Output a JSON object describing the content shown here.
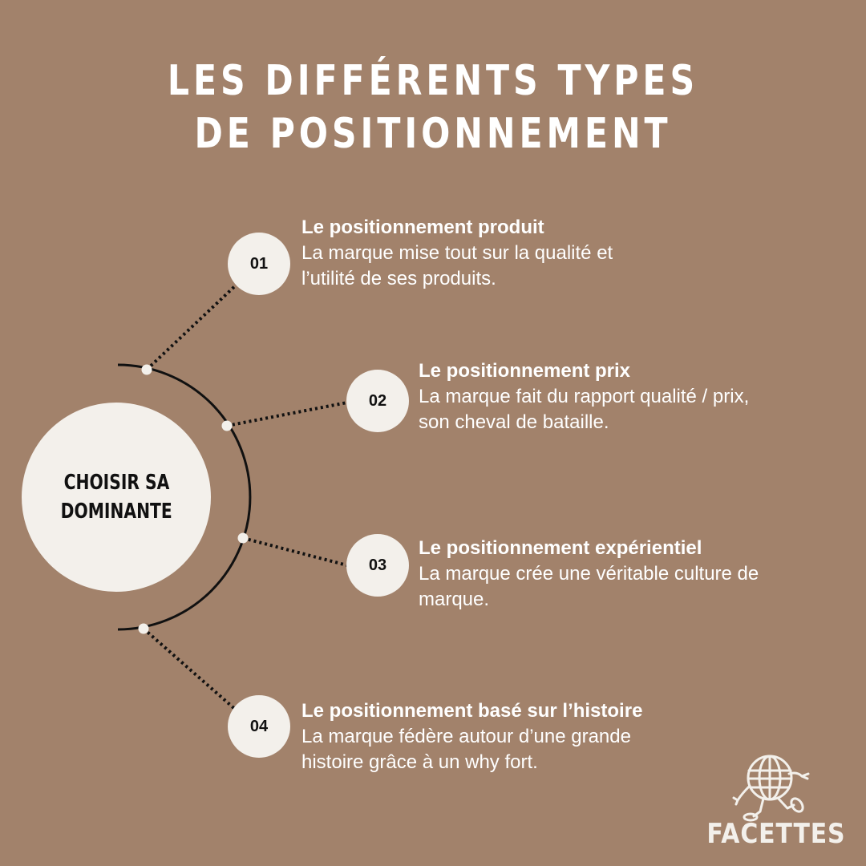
{
  "title": {
    "line1": "LES DIFFÉRENTS TYPES",
    "line2": "DE POSITIONNEMENT"
  },
  "hub": {
    "line1": "CHOISIR SA",
    "line2": "DOMINANTE"
  },
  "items": [
    {
      "number": "01",
      "title": "Le positionnement produit",
      "desc_line1": "La marque mise tout sur la qualité et",
      "desc_line2": "l’utilité de ses produits."
    },
    {
      "number": "02",
      "title": "Le positionnement prix",
      "desc_line1": "La marque fait du rapport qualité / prix,",
      "desc_line2": "son cheval de bataille."
    },
    {
      "number": "03",
      "title": "Le positionnement expérientiel",
      "desc_line1": "La marque crée une véritable culture de",
      "desc_line2": "marque."
    },
    {
      "number": "04",
      "title": "Le positionnement basé sur l’histoire",
      "desc_line1": "La marque fédère autour d’une grande",
      "desc_line2": "histoire grâce à un why fort."
    }
  ],
  "logo": {
    "wordmark": "FACETTES",
    "mascot_icon": "globe-mascot-icon"
  },
  "colors": {
    "background": "#a2826b",
    "circle_fill": "#f3f0eb",
    "text_light": "#ffffff",
    "text_dark": "#111111",
    "line": "#111111"
  }
}
